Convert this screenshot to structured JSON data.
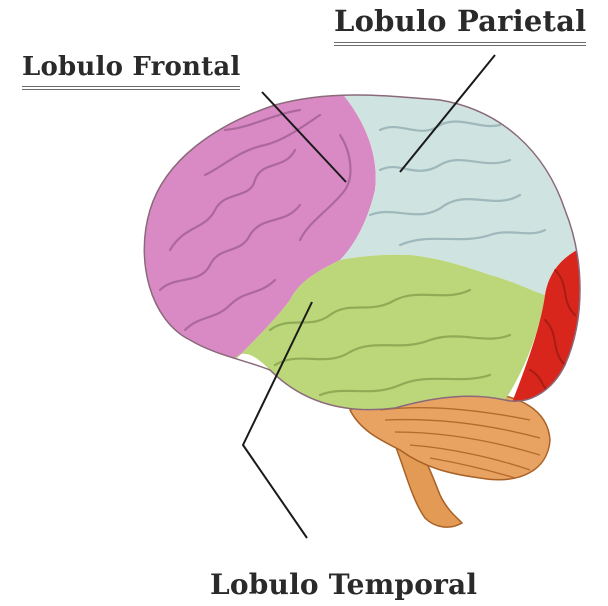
{
  "labels": {
    "frontal": "Lobulo Frontal",
    "parietal": "Lobulo Parietal",
    "temporal": "Lobulo Temporal"
  },
  "colors": {
    "frontal": "#d98ac4",
    "parietal": "#cfe4e0",
    "temporal": "#bcd67a",
    "occipital": "#d9261c",
    "cerebellum": "#e8a262",
    "brainstem": "#e39a55",
    "leader_line": "#1a1a1a"
  }
}
